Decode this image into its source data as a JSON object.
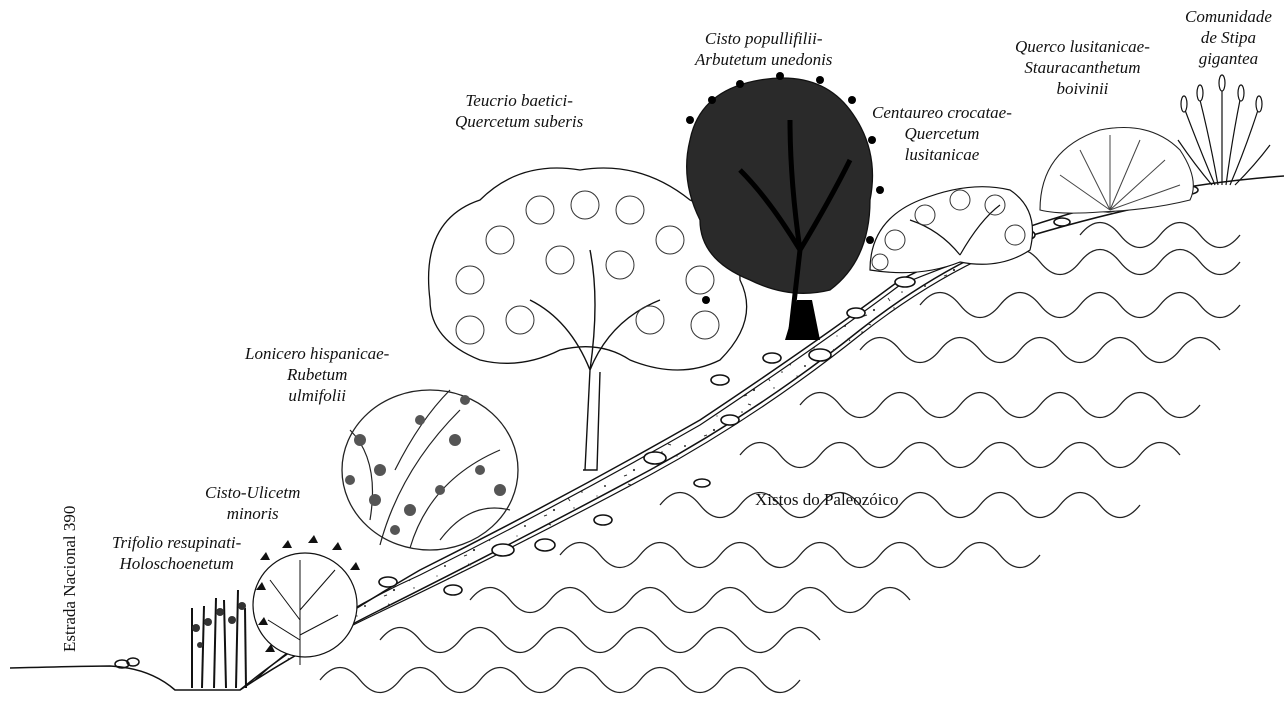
{
  "road_label": "Estrada Nacional 390",
  "substrate_label": "Xistos do Paleozóico",
  "communities": [
    {
      "id": "trifolio",
      "lines": [
        "Trifolio resupinati-",
        "Holoschoenetum"
      ]
    },
    {
      "id": "cisto_ulicetum",
      "lines": [
        "Cisto-Ulicetm",
        "minoris"
      ]
    },
    {
      "id": "lonicero",
      "lines": [
        "Lonicero hispanicae-",
        "Rubetum",
        "ulmifolii"
      ]
    },
    {
      "id": "teucrio",
      "lines": [
        "Teucrio baetici-",
        "Quercetum suberis"
      ]
    },
    {
      "id": "cisto_arbutetum",
      "lines": [
        "Cisto popullifilii-",
        "Arbutetum unedonis"
      ]
    },
    {
      "id": "centaureo",
      "lines": [
        "Centaureo crocatae-",
        "Quercetum",
        "lusitanicae"
      ]
    },
    {
      "id": "querco",
      "lines": [
        "Querco lusitanicae-",
        "Stauracanthetum",
        "boivinii"
      ]
    },
    {
      "id": "stipa",
      "lines": [
        "Comunidade",
        "de Stipa",
        "gigantea"
      ]
    }
  ]
}
